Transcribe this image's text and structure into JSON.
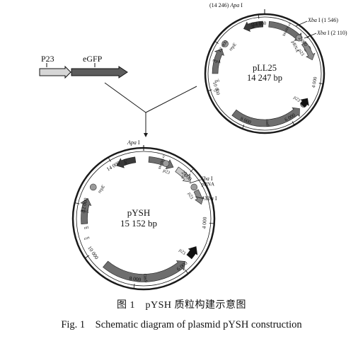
{
  "insert": {
    "promoter": "P23",
    "gene": "eGFP"
  },
  "plasmid_top": {
    "name": "pLL25",
    "size": "14 247 bp",
    "sites": [
      {
        "italic": "",
        "label": "(14 246) ",
        "italic_name": "Apa",
        "suffix": " I"
      },
      {
        "italic_name": "Xba",
        "suffix": " I (1 546)"
      },
      {
        "italic_name": "Xba",
        "suffix": " I (2 110)"
      }
    ],
    "ticks": [
      "2 000",
      "4 000",
      "6 000",
      "8 000",
      "10 000",
      "12 000",
      "14 000"
    ],
    "features": [
      "Gm",
      "Ms-HA-cr",
      "pRNA",
      "p23",
      "p23",
      "cas9",
      "Kan",
      "repA",
      "repE",
      "cos",
      "ori"
    ]
  },
  "plasmid_bottom": {
    "name": "pYSH",
    "size": "15 152 bp",
    "sites": [
      {
        "italic_name": "Apa",
        "suffix": " I"
      },
      {
        "italic_name": "Xba",
        "suffix": " I"
      },
      {
        "italic_name": "Xba",
        "suffix": " I"
      }
    ],
    "ticks": [
      "2 000",
      "4 000",
      "6 000",
      "8 000",
      "10 000",
      "12 000",
      "14 000"
    ],
    "features": [
      "Gm",
      "Ms-HA-cr",
      "eGFP",
      "p23",
      "p23",
      "pRNA",
      "cas9",
      "Kan",
      "repA",
      "repE",
      "cos",
      "ori"
    ]
  },
  "caption": {
    "cn": "图 1　pYSH 质粒构建示意图",
    "en": "Fig. 1　Schematic diagram of plasmid pYSH construction"
  },
  "colors": {
    "line": "#1a1a1a",
    "feature": "#6e6e6e",
    "feature_dark": "#3a3a3a",
    "arrow_light": "#c8c8c8"
  }
}
